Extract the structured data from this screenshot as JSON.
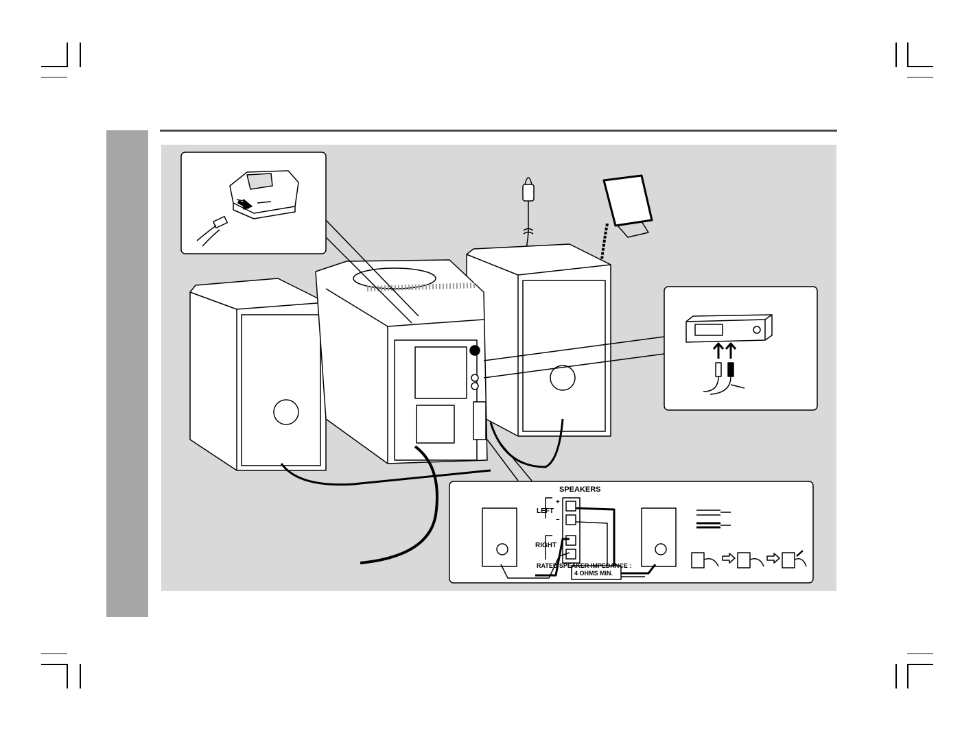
{
  "panel": {
    "speakers_label": "SPEAKERS",
    "left_label": "LEFT",
    "right_label": "RIGHT",
    "plus_sign": "+",
    "minus_sign": "–",
    "impedance_label": "RATED SPEAKER IMPEDANCE :",
    "impedance_value": "4 OHMS MIN."
  },
  "icons": [
    "minidisc-player-icon",
    "fm-antenna-icon",
    "am-loop-antenna-icon",
    "vcr-icon",
    "speaker-icon",
    "stereo-unit-icon",
    "power-cord-icon",
    "arrow-right-icon"
  ],
  "colors": {
    "background_panel": "#d9d9d9",
    "side_tab": "#a6a6a6",
    "rule": "#4a4a4a",
    "line": "#000000"
  }
}
